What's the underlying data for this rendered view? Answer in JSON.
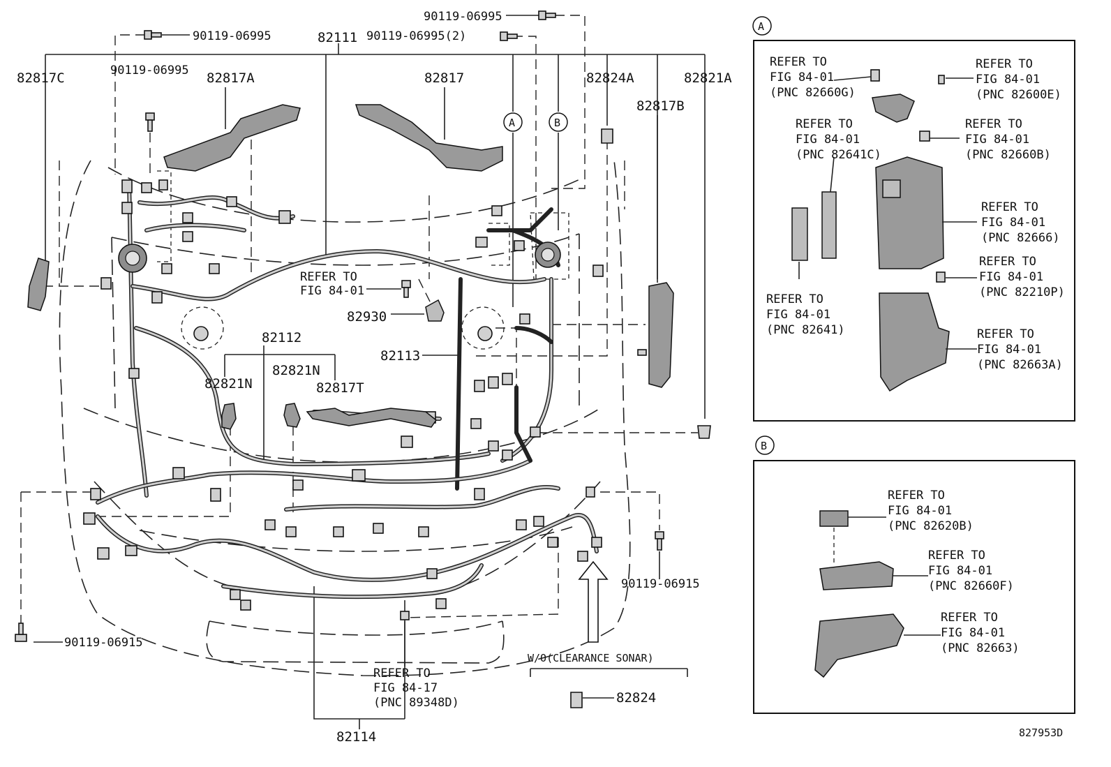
{
  "labels": {
    "p82111": "82111",
    "p82817C": "82817C",
    "p82817A": "82817A",
    "p82817": "82817",
    "p82824A": "82824A",
    "p82821A": "82821A",
    "p82817B": "82817B",
    "p82930": "82930",
    "p82113": "82113",
    "p82112": "82112",
    "p82821N_1": "82821N",
    "p82821N_2": "82821N",
    "p82817T": "82817T",
    "p82114": "82114",
    "p82824": "82824",
    "bolt_top": "90119-06995",
    "bolt_left": "90119-06995",
    "bolt_left2": "90119-06995",
    "bolt_mid": "90119-06995(2)",
    "bolt_right": "90119-06915",
    "bolt_bottom": "90119-06915",
    "callout_A": "A",
    "callout_B": "B",
    "refer_center_1": "REFER TO",
    "refer_center_2": "FIG 84-01",
    "refer_bottom_1": "REFER TO",
    "refer_bottom_2": "FIG 84-17",
    "refer_bottom_3": "(PNC 89348D)",
    "wo_clearance": "W/O(CLEARANCE SONAR)",
    "figure_id": "827953D"
  },
  "inset_A": {
    "tag": "A",
    "refs": [
      {
        "l1": "REFER TO",
        "l2": "FIG 84-01",
        "l3": "(PNC 82660G)"
      },
      {
        "l1": "REFER TO",
        "l2": "FIG 84-01",
        "l3": "(PNC 82600E)"
      },
      {
        "l1": "REFER TO",
        "l2": "FIG 84-01",
        "l3": "(PNC 82641C)"
      },
      {
        "l1": "REFER TO",
        "l2": "FIG 84-01",
        "l3": "(PNC 82660B)"
      },
      {
        "l1": "REFER TO",
        "l2": "FIG 84-01",
        "l3": "(PNC 82666)"
      },
      {
        "l1": "REFER TO",
        "l2": "FIG 84-01",
        "l3": "(PNC 82210P)"
      },
      {
        "l1": "REFER TO",
        "l2": "FIG 84-01",
        "l3": "(PNC 82641)"
      },
      {
        "l1": "REFER TO",
        "l2": "FIG 84-01",
        "l3": "(PNC 82663A)"
      }
    ]
  },
  "inset_B": {
    "tag": "B",
    "refs": [
      {
        "l1": "REFER TO",
        "l2": "FIG 84-01",
        "l3": "(PNC 82620B)"
      },
      {
        "l1": "REFER TO",
        "l2": "FIG 84-01",
        "l3": "(PNC 82660F)"
      },
      {
        "l1": "REFER TO",
        "l2": "FIG 84-01",
        "l3": "(PNC 82663)"
      }
    ]
  }
}
